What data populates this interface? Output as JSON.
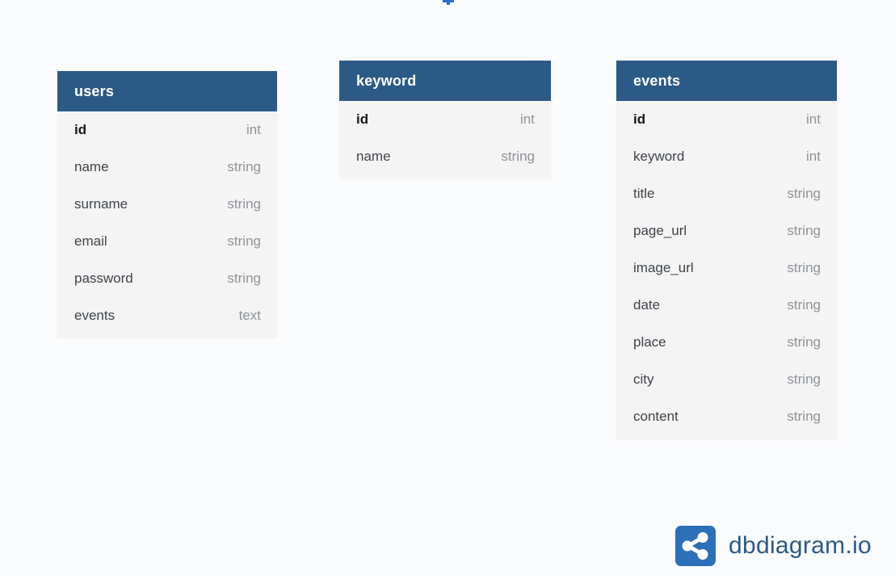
{
  "tables": [
    {
      "name": "users",
      "fields": [
        {
          "name": "id",
          "type": "int",
          "pk": true
        },
        {
          "name": "name",
          "type": "string"
        },
        {
          "name": "surname",
          "type": "string"
        },
        {
          "name": "email",
          "type": "string"
        },
        {
          "name": "password",
          "type": "string"
        },
        {
          "name": "events",
          "type": "text"
        }
      ]
    },
    {
      "name": "keyword",
      "fields": [
        {
          "name": "id",
          "type": "int",
          "pk": true
        },
        {
          "name": "name",
          "type": "string"
        }
      ]
    },
    {
      "name": "events",
      "fields": [
        {
          "name": "id",
          "type": "int",
          "pk": true
        },
        {
          "name": "keyword",
          "type": "int"
        },
        {
          "name": "title",
          "type": "string"
        },
        {
          "name": "page_url",
          "type": "string"
        },
        {
          "name": "image_url",
          "type": "string"
        },
        {
          "name": "date",
          "type": "string"
        },
        {
          "name": "place",
          "type": "string"
        },
        {
          "name": "city",
          "type": "string"
        },
        {
          "name": "content",
          "type": "string"
        }
      ]
    }
  ],
  "brand": {
    "name": "dbdiagram.io",
    "logo_icon": "share-nodes-icon",
    "color": "#2d6fb8"
  },
  "colors": {
    "header": "#2c5a86",
    "background": "#fafbfc",
    "table_body": "#f4f4f5"
  }
}
